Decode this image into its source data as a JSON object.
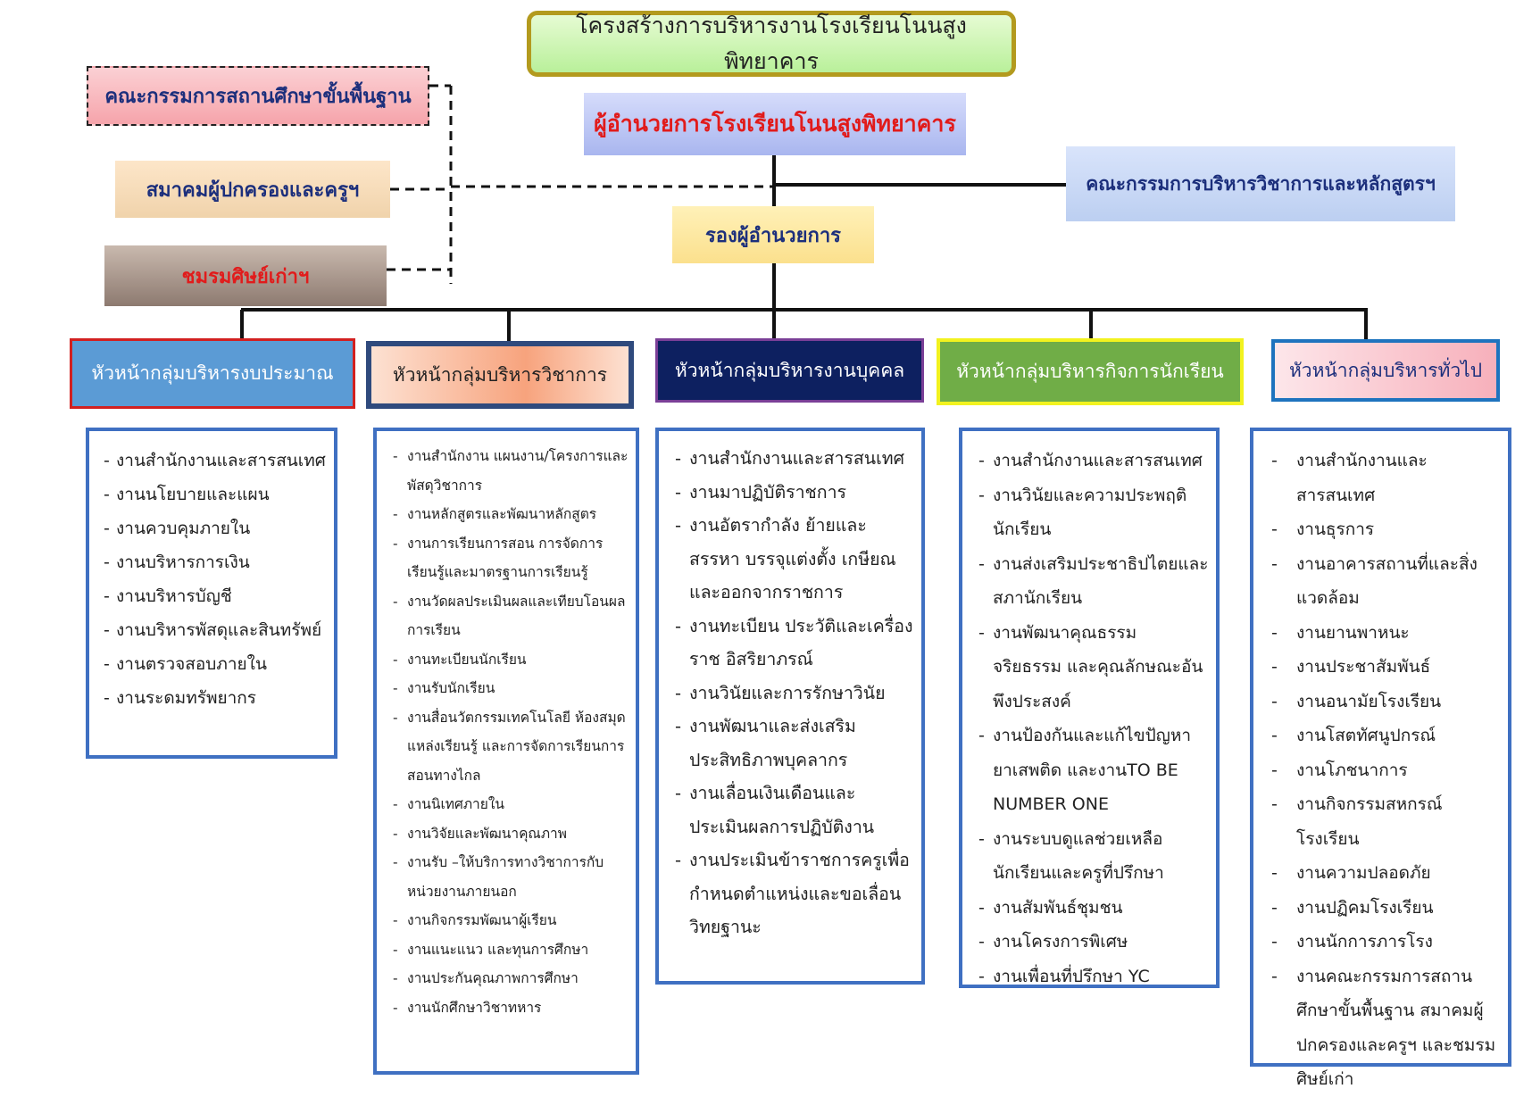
{
  "title": "โครงสร้างการบริหารงานโรงเรียนโนนสูงพิทยาคาร",
  "director": "ผู้อำนวยการโรงเรียนโนนสูงพิทยาคาร",
  "advisory": {
    "board": "คณะกรรมการสถานศึกษาขั้นพื้นฐาน",
    "parents": "สมาคมผู้ปกครองและครูฯ",
    "alumni": "ชมรมศิษย์เก่าฯ"
  },
  "academic_board": "คณะกรรมการบริหารวิชาการและหลักสูตรฯ",
  "deputy": "รองผู้อำนวยการ",
  "groups": [
    {
      "head": "หัวหน้ากลุ่มบริหารงบประมาณ",
      "items": [
        "งานสำนักงานและสารสนเทศ",
        "งานนโยบายและแผน",
        "งานควบคุมภายใน",
        "งานบริหารการเงิน",
        "งานบริหารบัญชี",
        "งานบริหารพัสดุและสินทรัพย์",
        "งานตรวจสอบภายใน",
        "งานระดมทรัพยากร"
      ]
    },
    {
      "head": "หัวหน้ากลุ่มบริหารวิชาการ",
      "items": [
        "งานสำนักงาน แผนงาน/โครงการและพัสดุวิชาการ",
        "งานหลักสูตรและพัฒนาหลักสูตร",
        "งานการเรียนการสอน การจัดการเรียนรู้และมาตรฐานการเรียนรู้",
        "งานวัดผลประเมินผลและเทียบโอนผลการเรียน",
        "งานทะเบียนนักเรียน",
        "งานรับนักเรียน",
        "งานสื่อนวัตกรรมเทคโนโลยี ห้องสมุด แหล่งเรียนรู้ และการจัดการเรียนการสอนทางไกล",
        "งานนิเทศภายใน",
        "งานวิจัยและพัฒนาคุณภาพ",
        "งานรับ –ให้บริการทางวิชาการกับหน่วยงานภายนอก",
        "งานกิจกรรมพัฒนาผู้เรียน",
        "งานแนะแนว และทุนการศึกษา",
        "งานประกันคุณภาพการศึกษา",
        "งานนักศึกษาวิชาทหาร"
      ]
    },
    {
      "head": "หัวหน้ากลุ่มบริหารงานบุคคล",
      "items": [
        "งานสำนักงานและสารสนเทศ",
        "งานมาปฏิบัติราชการ",
        "งานอัตรากำลัง ย้ายและสรรหา บรรจุแต่งตั้ง เกษียณและออกจากราชการ",
        "งานทะเบียน ประวัติและเครื่องราช อิสริยาภรณ์",
        "งานวินัยและการรักษาวินัย",
        "งานพัฒนาและส่งเสริมประสิทธิภาพบุคลากร",
        "งานเลื่อนเงินเดือนและประเมินผลการปฏิบัติงาน",
        "งานประเมินข้าราชการครูเพื่อกำหนดตำแหน่งและขอเลื่อนวิทยฐานะ"
      ]
    },
    {
      "head": "หัวหน้ากลุ่มบริหารกิจการนักเรียน",
      "items": [
        "งานสำนักงานและสารสนเทศ",
        "งานวินัยและความประพฤตินักเรียน",
        "งานส่งเสริมประชาธิปไตยและสภานักเรียน",
        "งานพัฒนาคุณธรรม จริยธรรม และคุณลักษณะอันพึงประสงค์",
        "งานป้องกันและแก้ไขปัญหายาเสพติด และงานTO BE NUMBER ONE",
        "งานระบบดูแลช่วยเหลือนักเรียนและครูที่ปรึกษา",
        "งานสัมพันธ์ชุมชน",
        "งานโครงการพิเศษ",
        "งานเพื่อนที่ปรึกษา YC"
      ]
    },
    {
      "head": "หัวหน้ากลุ่มบริหารทั่วไป",
      "items": [
        "งานสำนักงานและสารสนเทศ",
        "งานธุรการ",
        "งานอาคารสถานที่และสิ่งแวดล้อม",
        "งานยานพาหนะ",
        "งานประชาสัมพันธ์",
        "งานอนามัยโรงเรียน",
        "งานโสตทัศนูปกรณ์",
        "งานโภชนาการ",
        "งานกิจกรรมสหกรณ์โรงเรียน",
        "งานความปลอดภัย",
        "งานปฏิคมโรงเรียน",
        "งานนักการภารโรง",
        "งานคณะกรรมการสถานศึกษาขั้นพื้นฐาน สมาคมผู้ปกครองและครูฯ และชมรมศิษย์เก่า"
      ]
    }
  ]
}
